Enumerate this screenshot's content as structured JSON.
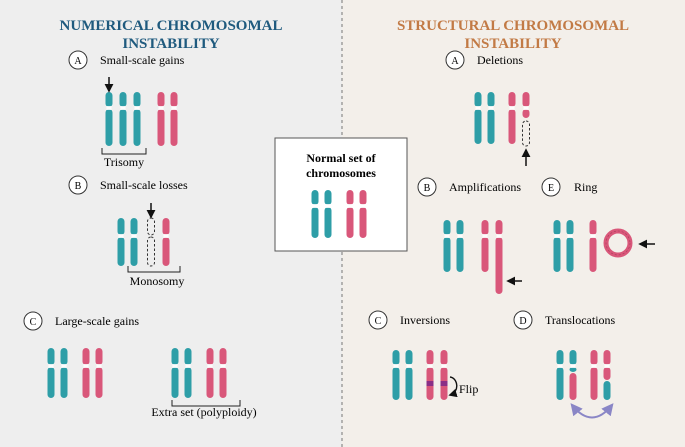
{
  "colors": {
    "teal": "#2e9ea7",
    "pink": "#d9577a",
    "left_title": "#1f5a7e",
    "right_title": "#c27a45",
    "left_bg": "#eeeeee",
    "right_bg": "#f3efea",
    "arrow": "#111111",
    "curve_arrow": "#8a86c6",
    "highlight_band": "#8a2f86"
  },
  "left": {
    "title_line1": "NUMERICAL CHROMOSOMAL",
    "title_line2": "INSTABILITY",
    "sections": [
      {
        "letter": "A",
        "label": "Small-scale gains",
        "caption": "Trisomy"
      },
      {
        "letter": "B",
        "label": "Small-scale losses",
        "caption": "Monosomy"
      },
      {
        "letter": "C",
        "label": "Large-scale gains",
        "caption": "Extra set (polyploidy)"
      }
    ]
  },
  "center": {
    "title_line1": "Normal set of",
    "title_line2": "chromosomes"
  },
  "right": {
    "title_line1": "STRUCTURAL CHROMOSOMAL",
    "title_line2": "INSTABILITY",
    "sections": [
      {
        "letter": "A",
        "label": "Deletions"
      },
      {
        "letter": "B",
        "label": "Amplifications"
      },
      {
        "letter": "E",
        "label": "Ring"
      },
      {
        "letter": "C",
        "label": "Inversions"
      },
      {
        "letter": "D",
        "label": "Translocations"
      }
    ],
    "flip_label": "Flip"
  }
}
